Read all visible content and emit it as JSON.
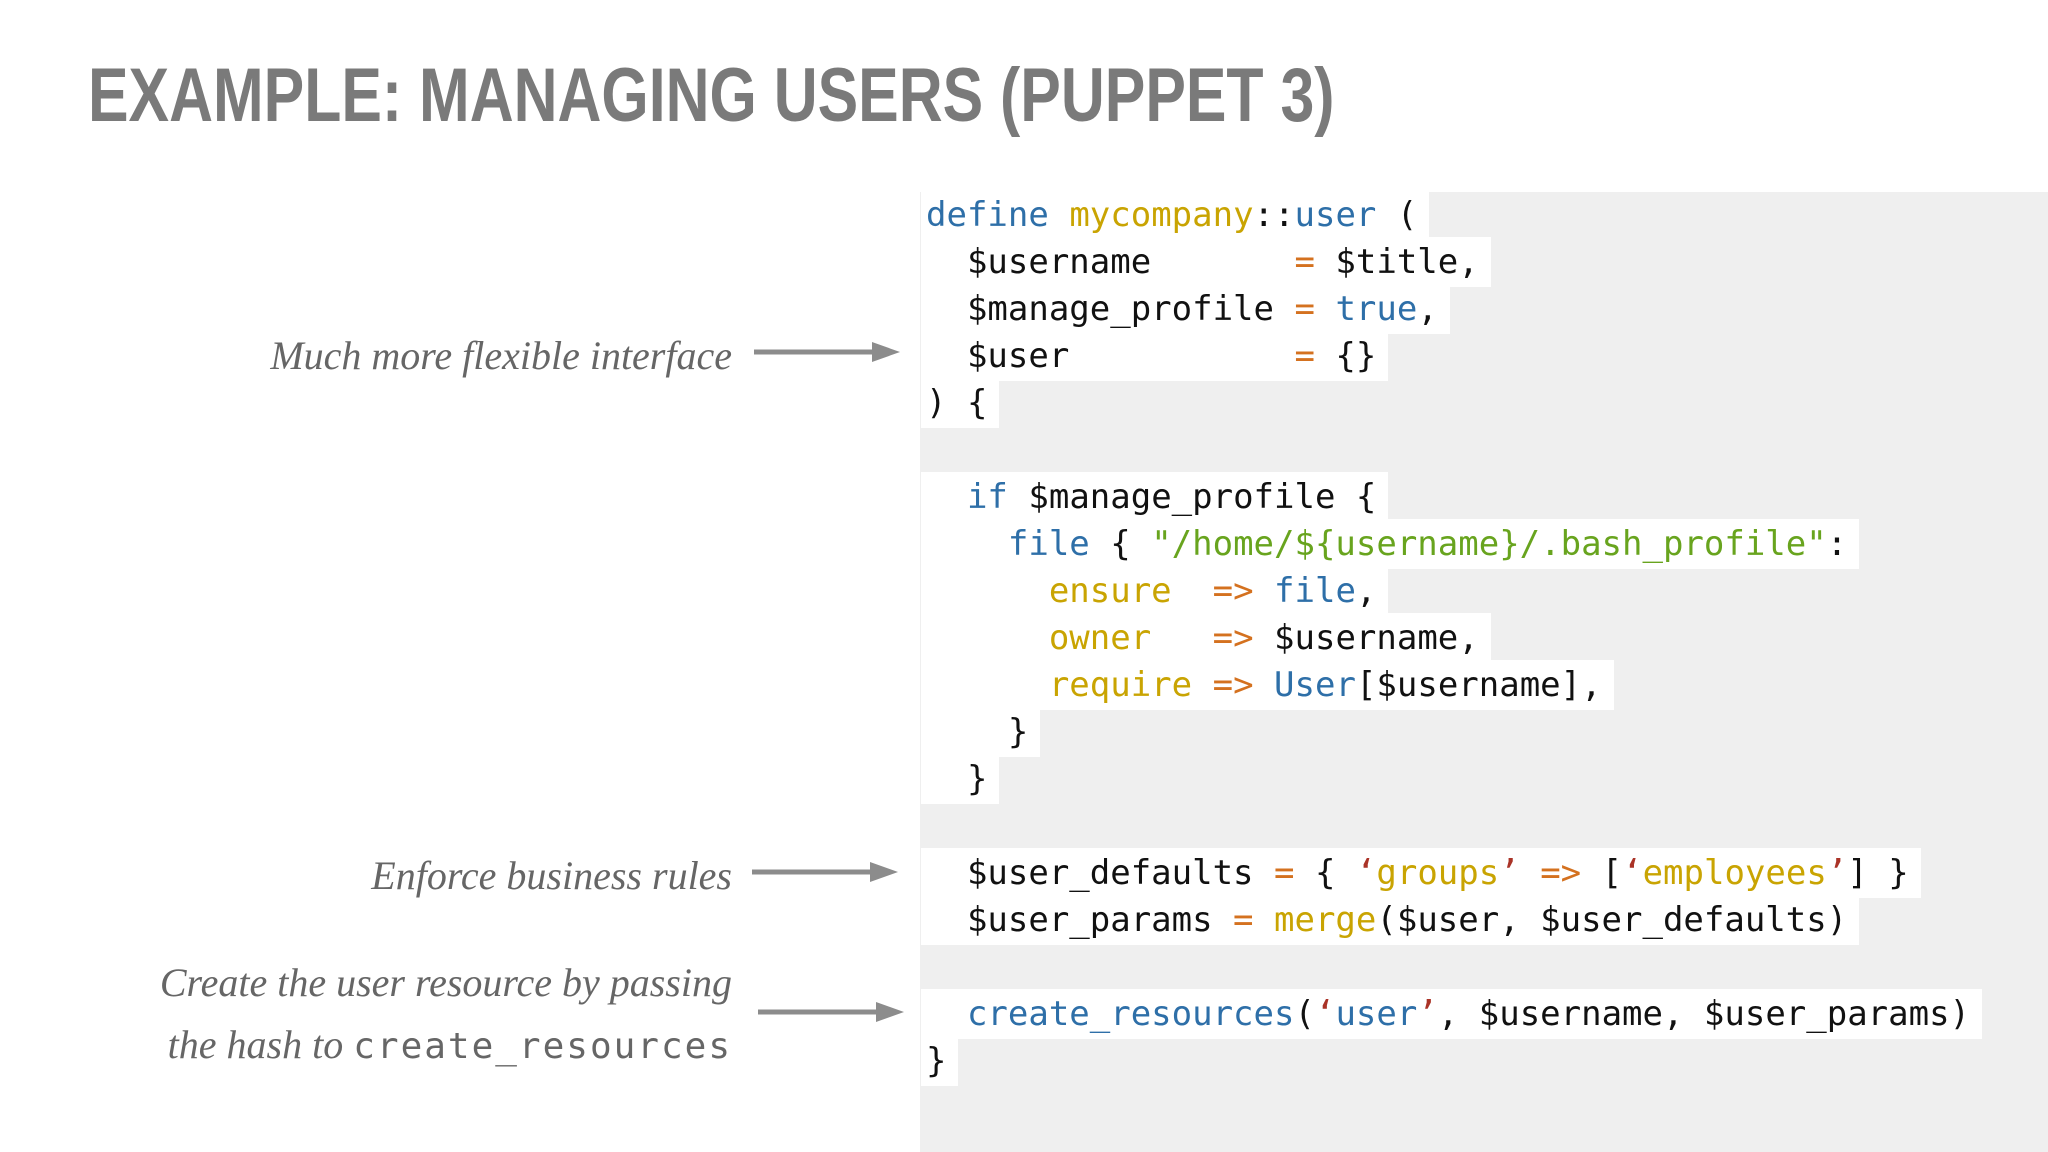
{
  "theme": {
    "slide-bg": "#ffffff",
    "title-color": "#7a7a7a",
    "annotation-color": "#666666",
    "arrow-color": "#8c8c8c",
    "code-bg": "#efefef",
    "code-line-bg": "#ffffff"
  },
  "title": "EXAMPLE: MANAGING USERS (PUPPET 3)",
  "annotations": {
    "flexible": "Much more flexible interface",
    "rules": "Enforce business rules",
    "create_line1": "Create the user resource by passing",
    "create_line2_text": "the hash to ",
    "create_line2_code": "create_resources"
  },
  "code": {
    "language": "puppet",
    "colors": {
      "p": "#111111",
      "k": "#2e6fa8",
      "g": "#c9a402",
      "o": "#d4711f",
      "s": "#68a41e",
      "q": "#aa3327"
    },
    "lines": [
      [
        {
          "c": "k",
          "t": "define"
        },
        {
          "c": "p",
          "t": " "
        },
        {
          "c": "g",
          "t": "mycompany"
        },
        {
          "c": "p",
          "t": "::"
        },
        {
          "c": "k",
          "t": "user"
        },
        {
          "c": "p",
          "t": " ("
        }
      ],
      [
        {
          "c": "p",
          "t": "  $username       "
        },
        {
          "c": "o",
          "t": "="
        },
        {
          "c": "p",
          "t": " $title,"
        }
      ],
      [
        {
          "c": "p",
          "t": "  $manage_profile "
        },
        {
          "c": "o",
          "t": "="
        },
        {
          "c": "p",
          "t": " "
        },
        {
          "c": "k",
          "t": "true"
        },
        {
          "c": "p",
          "t": ","
        }
      ],
      [
        {
          "c": "p",
          "t": "  $user           "
        },
        {
          "c": "o",
          "t": "="
        },
        {
          "c": "p",
          "t": " {}"
        }
      ],
      [
        {
          "c": "p",
          "t": ") {"
        }
      ],
      [],
      [
        {
          "c": "p",
          "t": "  "
        },
        {
          "c": "k",
          "t": "if"
        },
        {
          "c": "p",
          "t": " $manage_profile {"
        }
      ],
      [
        {
          "c": "p",
          "t": "    "
        },
        {
          "c": "k",
          "t": "file"
        },
        {
          "c": "p",
          "t": " { "
        },
        {
          "c": "s",
          "t": "\"/home/${username}/.bash_profile\""
        },
        {
          "c": "p",
          "t": ":"
        }
      ],
      [
        {
          "c": "p",
          "t": "      "
        },
        {
          "c": "g",
          "t": "ensure"
        },
        {
          "c": "p",
          "t": "  "
        },
        {
          "c": "o",
          "t": "=>"
        },
        {
          "c": "p",
          "t": " "
        },
        {
          "c": "k",
          "t": "file"
        },
        {
          "c": "p",
          "t": ","
        }
      ],
      [
        {
          "c": "p",
          "t": "      "
        },
        {
          "c": "g",
          "t": "owner"
        },
        {
          "c": "p",
          "t": "   "
        },
        {
          "c": "o",
          "t": "=>"
        },
        {
          "c": "p",
          "t": " $username,"
        }
      ],
      [
        {
          "c": "p",
          "t": "      "
        },
        {
          "c": "g",
          "t": "require"
        },
        {
          "c": "p",
          "t": " "
        },
        {
          "c": "o",
          "t": "=>"
        },
        {
          "c": "p",
          "t": " "
        },
        {
          "c": "k",
          "t": "User"
        },
        {
          "c": "p",
          "t": "[$username],"
        }
      ],
      [
        {
          "c": "p",
          "t": "    }"
        }
      ],
      [
        {
          "c": "p",
          "t": "  }"
        }
      ],
      [],
      [
        {
          "c": "p",
          "t": "  $user_defaults "
        },
        {
          "c": "o",
          "t": "="
        },
        {
          "c": "p",
          "t": " { "
        },
        {
          "c": "q",
          "t": "‘"
        },
        {
          "c": "g",
          "t": "groups"
        },
        {
          "c": "q",
          "t": "’"
        },
        {
          "c": "p",
          "t": " "
        },
        {
          "c": "o",
          "t": "=>"
        },
        {
          "c": "p",
          "t": " ["
        },
        {
          "c": "q",
          "t": "‘"
        },
        {
          "c": "g",
          "t": "employees"
        },
        {
          "c": "q",
          "t": "’"
        },
        {
          "c": "p",
          "t": "] }"
        }
      ],
      [
        {
          "c": "p",
          "t": "  $user_params "
        },
        {
          "c": "o",
          "t": "="
        },
        {
          "c": "p",
          "t": " "
        },
        {
          "c": "g",
          "t": "merge"
        },
        {
          "c": "p",
          "t": "($user, $user_defaults)"
        }
      ],
      [],
      [
        {
          "c": "p",
          "t": "  "
        },
        {
          "c": "k",
          "t": "create_resources"
        },
        {
          "c": "p",
          "t": "("
        },
        {
          "c": "q",
          "t": "‘"
        },
        {
          "c": "k",
          "t": "user"
        },
        {
          "c": "q",
          "t": "’"
        },
        {
          "c": "p",
          "t": ", $username, $user_params)"
        }
      ],
      [
        {
          "c": "p",
          "t": "}"
        }
      ]
    ]
  }
}
